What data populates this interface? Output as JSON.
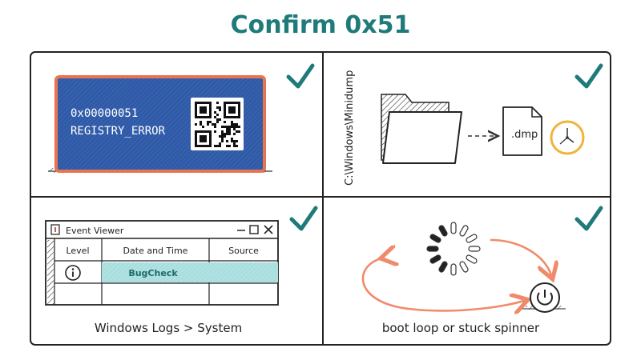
{
  "title": "Confirm 0x51",
  "colors": {
    "teal": "#1f7a7a",
    "bsod_blue": "#2f5aa8",
    "bsod_border": "#e8734f",
    "arrow_orange": "#f08a6a",
    "highlight": "#a8dede",
    "clock": "#f0b43c"
  },
  "panels": {
    "bsod": {
      "code": "0x00000051",
      "name": "REGISTRY_ERROR",
      "checked": true
    },
    "minidump": {
      "path": "C:\\Windows\\Minidump",
      "file_label": ".dmp",
      "checked": true
    },
    "event_viewer": {
      "window_title": "Event Viewer",
      "columns": [
        "Level",
        "Date and Time",
        "Source"
      ],
      "row_value": "BugCheck",
      "caption": "Windows Logs > System",
      "checked": true
    },
    "boot": {
      "caption": "boot loop or stuck spinner",
      "checked": true
    }
  }
}
